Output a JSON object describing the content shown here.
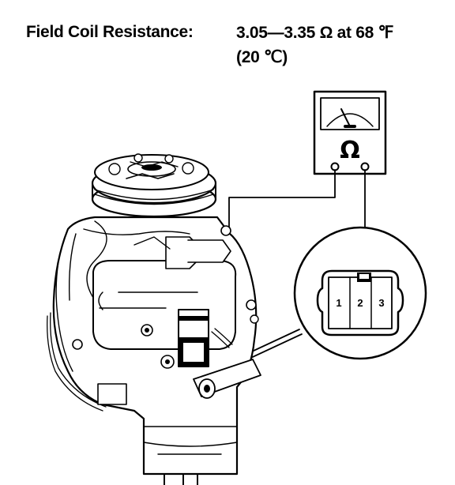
{
  "spec": {
    "label": "Field Coil Resistance:",
    "value_line1": "3.05—3.35 Ω at 68 ℉",
    "value_line2": "(20 ℃)"
  },
  "meter": {
    "symbol": "Ω"
  },
  "connector": {
    "terminals": [
      "1",
      "2",
      "3"
    ]
  }
}
